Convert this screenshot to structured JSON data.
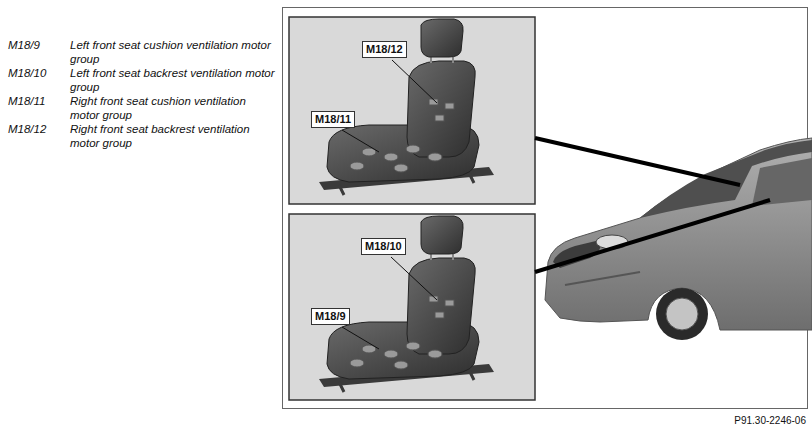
{
  "diagram": {
    "labels": [
      "M18/9",
      "Left front seat cushion ventilation motor group",
      "M18/10",
      "Left front seat backrest ventilation motor group",
      "M18/11",
      "Right front seat cushion ventilation motor group",
      "M18/12",
      "Right front seat backrest ventilation motor group",
      "M18/12",
      "M18/11",
      "M18/10",
      "M18/9",
      "P91.30-2246-06"
    ]
  }
}
